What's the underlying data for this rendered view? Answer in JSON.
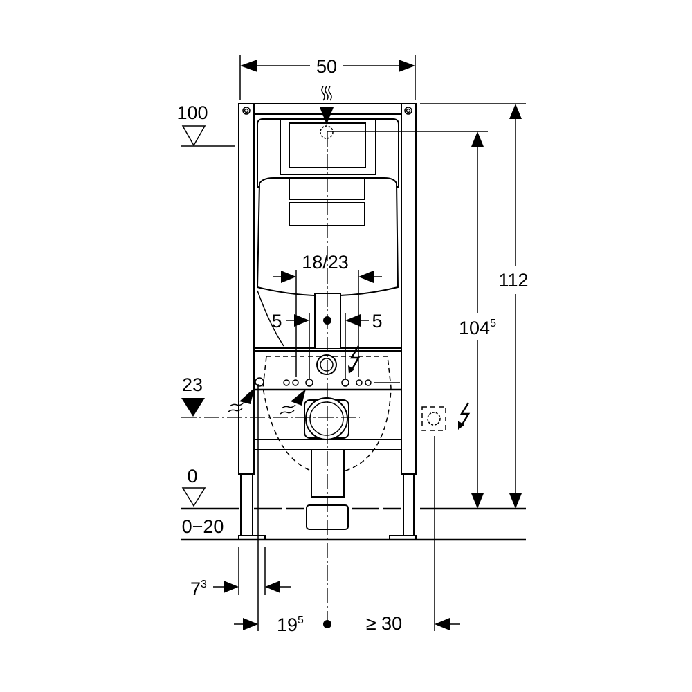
{
  "title": "Installation frame dimension drawing",
  "dimensions": {
    "width": "50",
    "level_top": "100",
    "level_inlet": "23",
    "level_floor": "0",
    "floor_range": "0−20",
    "fixing_spacing": "18/23",
    "offset_left": "5",
    "offset_right": "5",
    "height_actuation_main": "104",
    "height_actuation_sup": "5",
    "total_height": "112",
    "foot_depth_main": "7",
    "foot_depth_sup": "3",
    "axis_distance_main": "19",
    "axis_distance_sup": "5",
    "min_distance": "≥ 30"
  },
  "colors": {
    "line": "#000000",
    "background": "#ffffff"
  }
}
